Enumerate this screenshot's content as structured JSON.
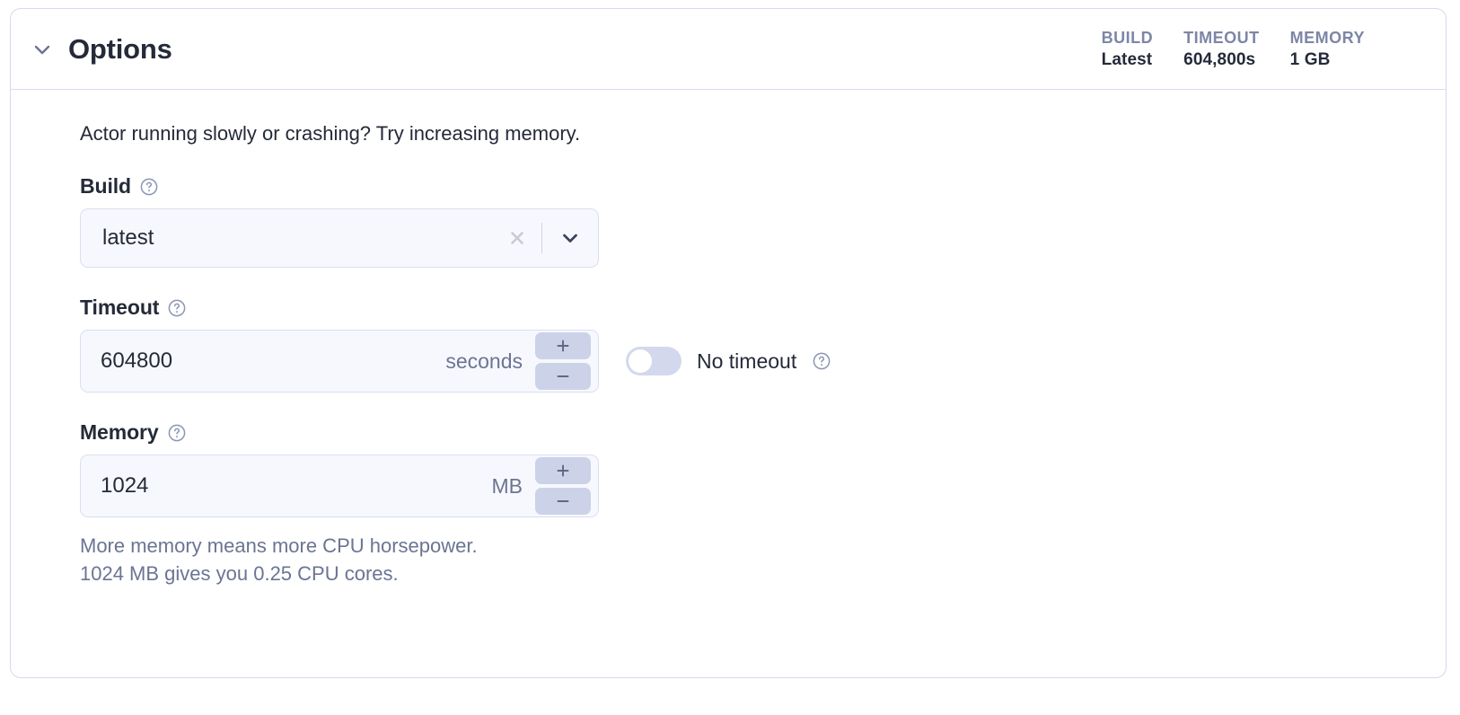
{
  "card": {
    "title": "Options",
    "collapse_icon": "chevron-down-icon",
    "stats": [
      {
        "label": "BUILD",
        "value": "Latest"
      },
      {
        "label": "TIMEOUT",
        "value": "604,800s"
      },
      {
        "label": "MEMORY",
        "value": "1 GB"
      }
    ],
    "intro": "Actor running slowly or crashing? Try increasing memory."
  },
  "build": {
    "label": "Build",
    "help_icon": "help-circle-icon",
    "value": "latest",
    "clear_icon": "close-icon",
    "dropdown_icon": "chevron-down-icon"
  },
  "timeout": {
    "label": "Timeout",
    "help_icon": "help-circle-icon",
    "value": "604800",
    "unit": "seconds",
    "increment_icon": "plus-icon",
    "decrement_icon": "minus-icon",
    "no_timeout_label": "No timeout",
    "no_timeout_enabled": false,
    "no_timeout_help_icon": "help-circle-icon"
  },
  "memory": {
    "label": "Memory",
    "help_icon": "help-circle-icon",
    "value": "1024",
    "unit": "MB",
    "increment_icon": "plus-icon",
    "decrement_icon": "minus-icon",
    "helper_line_1": "More memory means more CPU horsepower.",
    "helper_line_2": "1024 MB gives you 0.25 CPU cores."
  },
  "colors": {
    "card_border": "#d5d9ee",
    "input_bg": "#f7f8fd",
    "input_border": "#dbdff0",
    "stepper_bg": "#ccd2e8",
    "muted_text": "#6b7493",
    "stat_label": "#7d86a6",
    "text": "#242a38"
  }
}
